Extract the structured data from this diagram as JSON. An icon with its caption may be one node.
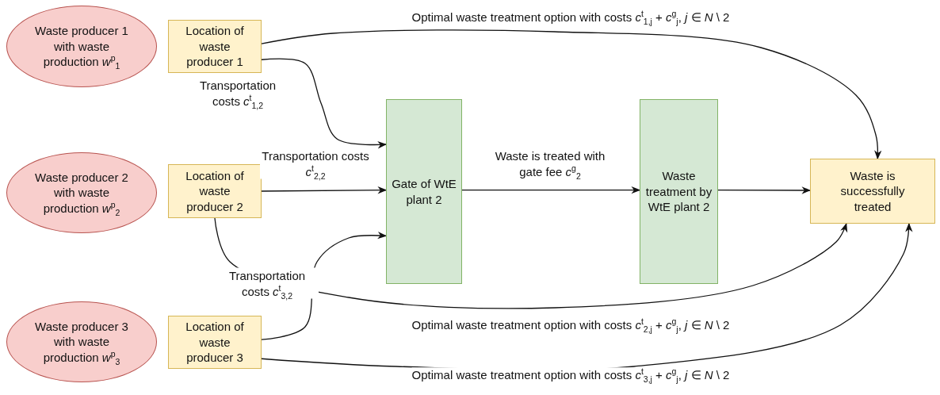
{
  "diagram": {
    "nodes": [
      {
        "text": [
          "Waste producer 1 with waste production *w*$^{p}$$_{1}$"
        ]
      },
      {
        "text": [
          "Location of waste producer 1"
        ]
      },
      {
        "text": [
          "Waste producer 2 with waste production *w*$^{p}$$_{2}$"
        ]
      },
      {
        "text": [
          "Location of waste producer 2"
        ]
      },
      {
        "text": [
          "Waste producer 3 with waste production *w*$^{p}$$_{3}$"
        ]
      },
      {
        "text": [
          "Location of waste producer 3"
        ]
      },
      {
        "text": [
          "Gate of WtE plant 2"
        ]
      },
      {
        "text": [
          "Waste treatment by WtE plant 2"
        ]
      },
      {
        "text": [
          "Waste is successfully treated"
        ]
      }
    ],
    "edges": [
      {
        "from": 1,
        "to": 8,
        "arrow": "to",
        "label": "Optimal waste treatment option with costs *c*$^{t}$$_{1,j}$ + *c*$^{g}$$_{j}$, *j* ∈ *N* \\ 2"
      },
      {
        "from": 1,
        "to": 6,
        "arrow": "to",
        "label": "Transportation costs *c*$^{t}$$_{1,2}$"
      },
      {
        "from": 3,
        "to": 6,
        "arrow": "to",
        "label": "Transportation costs *c*$^{t}$$_{2,2}$"
      },
      {
        "from": 6,
        "to": 7,
        "arrow": "to",
        "label": "Waste is treated with gate fee *c*$^{g}$$_{2}$"
      },
      {
        "from": 7,
        "to": 8,
        "arrow": "to"
      },
      {
        "from": 3,
        "to": 8,
        "arrow": "to",
        "label": "Optimal waste treatment option with costs *c*$^{t}$$_{2,j}$ + *c*$^{g}$$_{j}$, *j* ∈ *N* \\ 2"
      },
      {
        "from": 5,
        "to": 6,
        "arrow": "to",
        "label": "Transportation costs *c*$^{t}$$_{3,2}$"
      },
      {
        "from": 5,
        "to": 8,
        "arrow": "to",
        "label": "Optimal waste treatment option with costs *c*$^{t}$$_{3,j}$ + *c*$^{g}$$_{j}$, *j* ∈ *N* \\ 2"
      }
    ]
  }
}
